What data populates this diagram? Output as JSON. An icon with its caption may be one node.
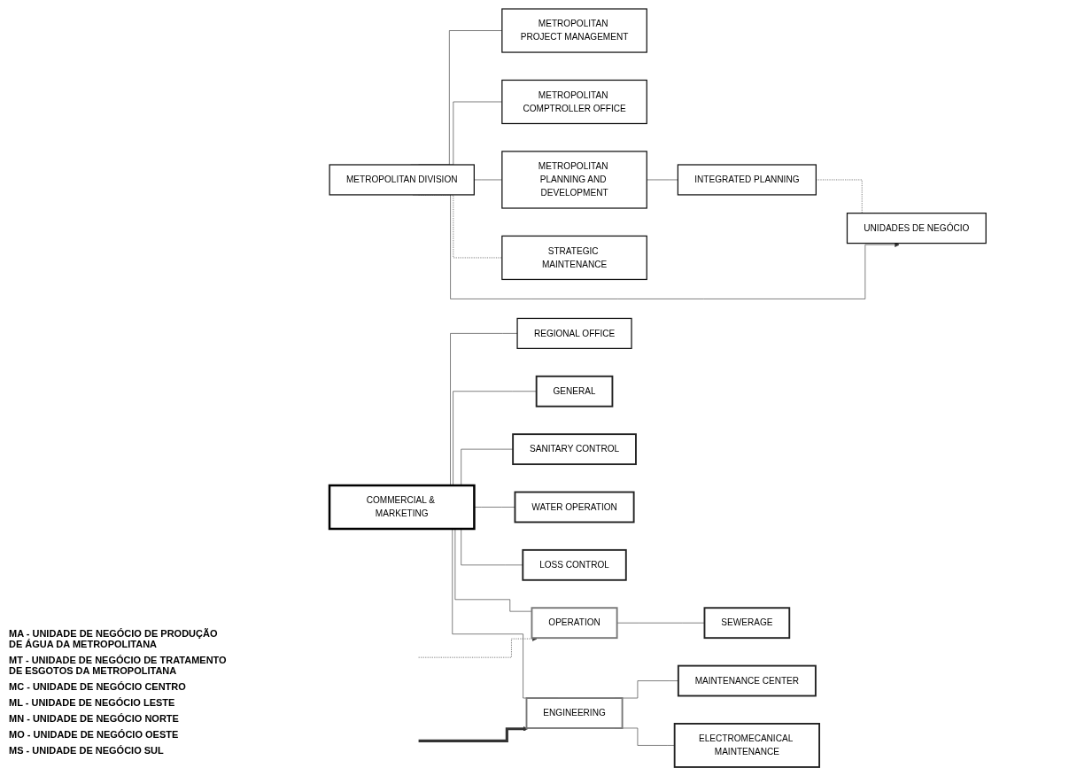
{
  "diagram": {
    "nodes": [
      {
        "text": [
          "METROPOLITAN DIVISION"
        ]
      },
      {
        "text": [
          "METROPOLITAN PROJECT MANAGEMENT"
        ]
      },
      {
        "text": [
          "METROPOLITAN COMPTROLLER OFFICE"
        ]
      },
      {
        "text": [
          "METROPOLITAN PLANNING AND DEVELOPMENT"
        ]
      },
      {
        "text": [
          "STRATEGIC MAINTENANCE"
        ]
      },
      {
        "text": [
          "INTEGRATED PLANNING"
        ]
      },
      {
        "text": [
          "REGIONAL OFFICE"
        ]
      },
      {
        "text": [
          "GENERAL"
        ]
      },
      {
        "text": [
          "COMMERCIAL & MARKETING"
        ]
      },
      {
        "text": [
          "SANITARY CONTROL"
        ]
      },
      {
        "text": [
          "OPERATION"
        ]
      },
      {
        "text": [
          "SEWERAGE"
        ]
      },
      {
        "text": [
          "WATER OPERATION"
        ]
      },
      {
        "text": [
          "UNIDADES DE NEGÓCIO"
        ]
      },
      {
        "text": [
          "LOSS CONTROL"
        ]
      },
      {
        "text": [
          "MAINTENANCE CENTER"
        ]
      },
      {
        "text": [
          "ENGINEERING"
        ]
      },
      {
        "text": [
          "ELECTROMECANICAL MAINTENANCE"
        ]
      }
    ],
    "edges": [
      {
        "from": 0,
        "to": 1,
        "arrow": "none"
      },
      {
        "from": 0,
        "to": 2,
        "arrow": "none"
      },
      {
        "from": 0,
        "to": 3,
        "arrow": "none"
      },
      {
        "from": 0,
        "to": 4,
        "arrow": "none",
        "style": "dashed"
      },
      {
        "from": 3,
        "to": 5,
        "arrow": "none"
      },
      {
        "from": 5,
        "to": 13,
        "arrow": "none",
        "style": "dashed"
      },
      {
        "from": 0,
        "to": 13,
        "arrow": "to"
      },
      {
        "from": 8,
        "to": 6,
        "arrow": "none"
      },
      {
        "from": 8,
        "to": 7,
        "arrow": "none"
      },
      {
        "from": 8,
        "to": 9,
        "arrow": "none"
      },
      {
        "from": 10,
        "to": 11,
        "arrow": "none"
      },
      {
        "from": 8,
        "to": 12,
        "arrow": "none"
      },
      {
        "from": 8,
        "to": 14,
        "arrow": "none"
      },
      {
        "from": 8,
        "to": 10,
        "arrow": "none"
      },
      {
        "from": 8,
        "to": 16,
        "arrow": "none"
      },
      {
        "from": null,
        "to": 10,
        "arrow": "to",
        "style": "dashed"
      },
      {
        "from": null,
        "to": 16,
        "arrow": "to",
        "style": "thick"
      },
      {
        "from": 16,
        "to": 15,
        "arrow": "none"
      },
      {
        "from": 16,
        "to": 17,
        "arrow": "none"
      }
    ],
    "labels": [
      "MA - UNIDADE DE NEGÓCIO DE PRODUÇÃO DE ÁGUA DA METROPOLITANA",
      "MT - UNIDADE DE NEGÓCIO DE TRATAMENTO DE ESGOTOS DA METROPOLITANA",
      "MC - UNIDADE DE NEGÓCIO CENTRO",
      "ML - UNIDADE DE NEGÓCIO LESTE",
      "MN - UNIDADE DE NEGÓCIO NORTE",
      "MO - UNIDADE DE NEGÓCIO OESTE",
      "MS - UNIDADE DE NEGÓCIO SUL"
    ]
  }
}
